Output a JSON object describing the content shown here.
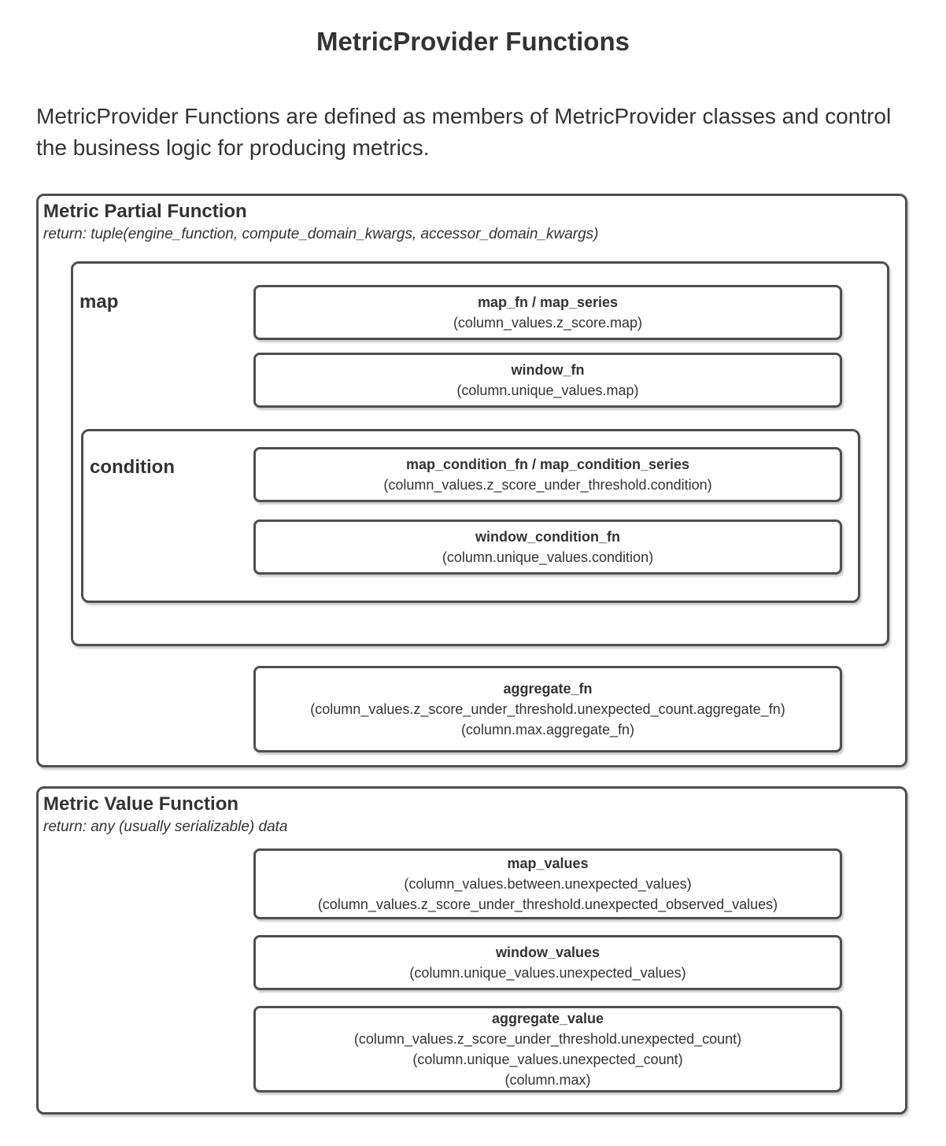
{
  "page": {
    "title": "MetricProvider Functions",
    "intro": "MetricProvider Functions are defined as members of MetricProvider classes and control the business logic for producing metrics."
  },
  "colors": {
    "border": "#4f4f4f",
    "text": "#333333"
  },
  "partial": {
    "title": "Metric Partial Function",
    "return_note": "return: tuple(engine_function, compute_domain_kwargs, accessor_domain_kwargs)",
    "map_label": "map",
    "condition_label": "condition",
    "map_boxes": [
      {
        "name": "map_fn / map_series",
        "examples": [
          "(column_values.z_score.map)"
        ]
      },
      {
        "name": "window_fn",
        "examples": [
          "(column.unique_values.map)"
        ]
      }
    ],
    "condition_boxes": [
      {
        "name": "map_condition_fn / map_condition_series",
        "examples": [
          "(column_values.z_score_under_threshold.condition)"
        ]
      },
      {
        "name": "window_condition_fn",
        "examples": [
          "(column.unique_values.condition)"
        ]
      }
    ],
    "aggregate_box": {
      "name": "aggregate_fn",
      "examples": [
        "(column_values.z_score_under_threshold.unexpected_count.aggregate_fn)",
        "(column.max.aggregate_fn)"
      ]
    }
  },
  "value": {
    "title": "Metric Value Function",
    "return_note": "return: any (usually serializable) data",
    "boxes": [
      {
        "name": "map_values",
        "examples": [
          "(column_values.between.unexpected_values)",
          "(column_values.z_score_under_threshold.unexpected_observed_values)"
        ]
      },
      {
        "name": "window_values",
        "examples": [
          "(column.unique_values.unexpected_values)"
        ]
      },
      {
        "name": "aggregate_value",
        "examples": [
          "(column_values.z_score_under_threshold.unexpected_count)",
          "(column.unique_values.unexpected_count)",
          "(column.max)"
        ]
      }
    ]
  }
}
